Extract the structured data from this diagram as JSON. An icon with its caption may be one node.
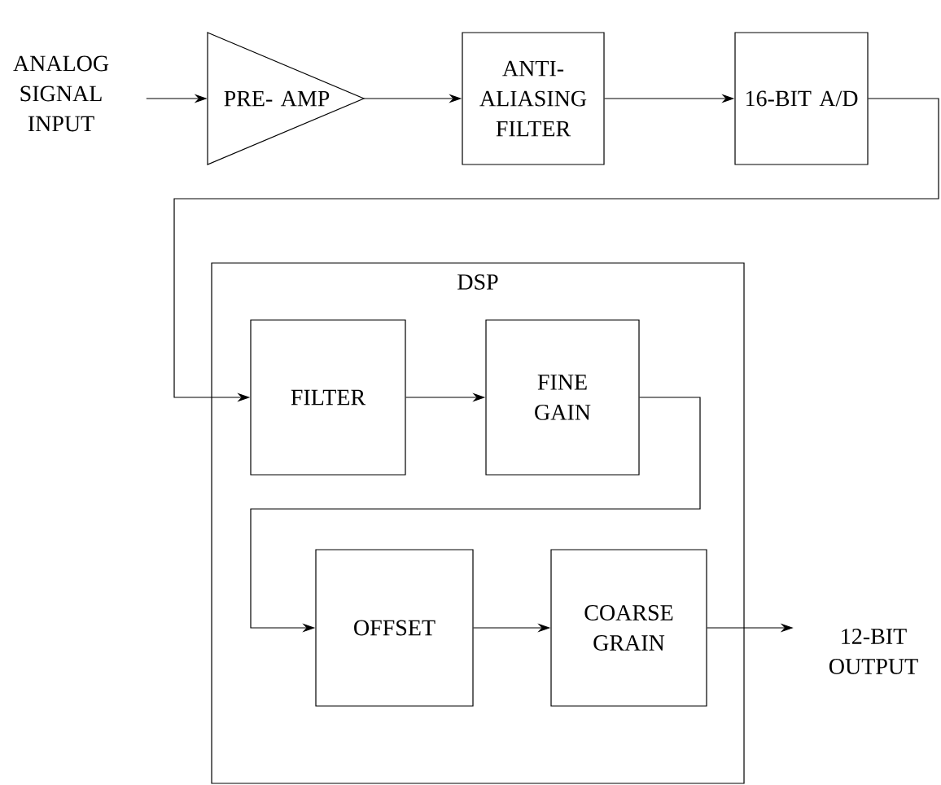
{
  "diagram": {
    "nodes": [
      {
        "text": [
          "ANALOG SIGNAL INPUT"
        ]
      },
      {
        "text": [
          "PRE- AMP"
        ]
      },
      {
        "text": [
          "ANTI- ALIASING FILTER"
        ]
      },
      {
        "text": [
          "16-BIT A/D"
        ]
      },
      {
        "text": [
          "DSP"
        ]
      },
      {
        "text": [
          "FILTER"
        ],
        "in": 4
      },
      {
        "text": [
          "FINE GAIN"
        ],
        "in": 4
      },
      {
        "text": [
          "OFFSET"
        ],
        "in": 4
      },
      {
        "text": [
          "COARSE GRAIN"
        ],
        "in": 4
      },
      {
        "text": [
          "12-BIT OUTPUT"
        ]
      }
    ],
    "edges": [
      {
        "from": 0,
        "to": 1,
        "arrow": "to"
      },
      {
        "from": 1,
        "to": 2,
        "arrow": "to"
      },
      {
        "from": 2,
        "to": 3,
        "arrow": "to"
      },
      {
        "from": 3,
        "to": 5,
        "arrow": "to"
      },
      {
        "from": 5,
        "to": 6,
        "arrow": "to"
      },
      {
        "from": 6,
        "to": 7,
        "arrow": "to"
      },
      {
        "from": 7,
        "to": 8,
        "arrow": "to"
      },
      {
        "from": 8,
        "to": 9,
        "arrow": "to"
      }
    ]
  }
}
